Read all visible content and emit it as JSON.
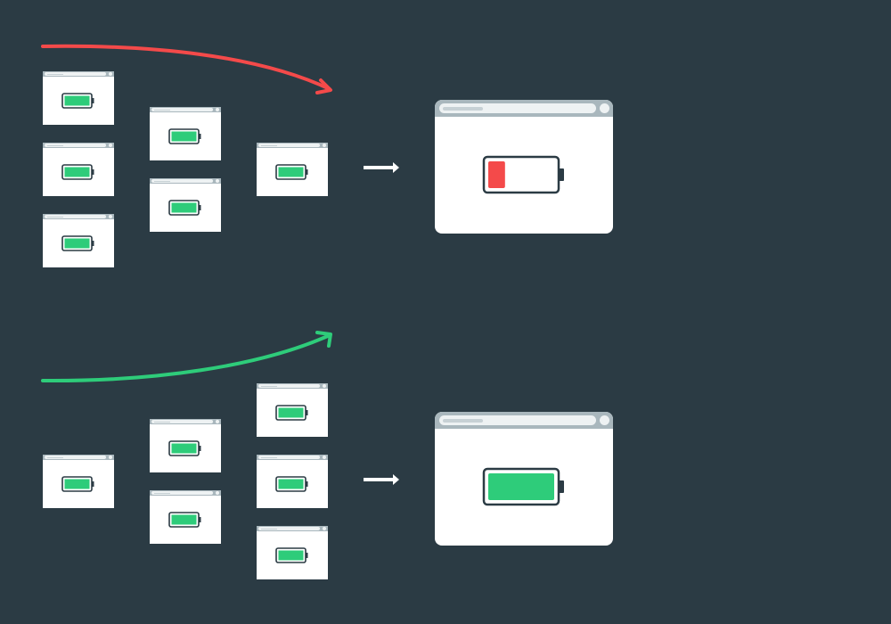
{
  "colors": {
    "background": "#2b3b44",
    "window": "#ffffff",
    "titlebar": "#a9b7bd",
    "battery_outline": "#2b3b44",
    "battery_full": "#2ecc7a",
    "battery_low": "#f44a4a",
    "arrow_red": "#f44a4a",
    "arrow_green": "#2ecc7a",
    "arrow_white": "#ffffff"
  },
  "top_row": {
    "curve_icon": "curved-arrow-red-icon",
    "small_window_count": 6,
    "small_battery_level": 1.0,
    "result_battery_level": 0.2,
    "result_icon": "battery-low-icon"
  },
  "bottom_row": {
    "curve_icon": "curved-arrow-green-icon",
    "small_window_count": 6,
    "small_battery_level": 1.0,
    "result_battery_level": 1.0,
    "result_icon": "battery-full-icon"
  }
}
